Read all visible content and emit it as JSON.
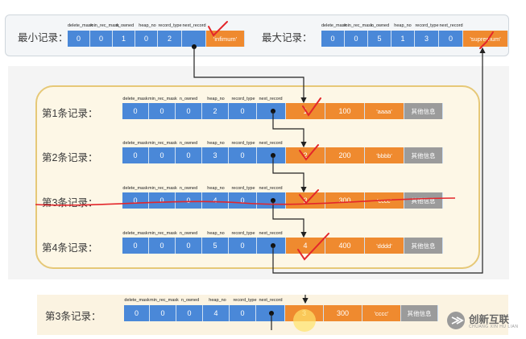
{
  "field_headers": [
    "delete_mask",
    "min_rec_mask",
    "n_owned",
    "heap_no",
    "record_type",
    "next_record"
  ],
  "infimum": {
    "label": "最小记录：",
    "fields": [
      "0",
      "0",
      "1",
      "0",
      "2",
      ""
    ],
    "data": "'infimum'"
  },
  "supremum": {
    "label": "最大记录：",
    "fields": [
      "0",
      "0",
      "5",
      "1",
      "3",
      "0"
    ],
    "data": "'supremum'"
  },
  "records": [
    {
      "label": "第1条记录：",
      "fields": [
        "0",
        "0",
        "0",
        "2",
        "0",
        ""
      ],
      "pk": "1",
      "col2": "100",
      "col3": "'aaaa'",
      "extra": "其他信息"
    },
    {
      "label": "第2条记录：",
      "fields": [
        "0",
        "0",
        "0",
        "3",
        "0",
        ""
      ],
      "pk": "2",
      "col2": "200",
      "col3": "'bbbb'",
      "extra": "其他信息"
    },
    {
      "label": "第3条记录：",
      "fields": [
        "0",
        "0",
        "0",
        "4",
        "0",
        ""
      ],
      "pk": "3",
      "col2": "300",
      "col3": "'cccc'",
      "extra": "其他信息"
    },
    {
      "label": "第4条记录：",
      "fields": [
        "0",
        "0",
        "0",
        "5",
        "0",
        ""
      ],
      "pk": "4",
      "col2": "400",
      "col3": "'dddd'",
      "extra": "其他信息"
    }
  ],
  "detached_record": {
    "label": "第3条记录：",
    "fields": [
      "0",
      "0",
      "0",
      "4",
      "0",
      ""
    ],
    "pk": "3",
    "col2": "300",
    "col3": "'cccc'",
    "extra": "其他信息"
  },
  "watermark": {
    "title": "创新互联",
    "subtitle": "CHUANG XIN HU LIAN"
  },
  "colors": {
    "header_blue": "#4a88d8",
    "data_orange": "#ef8a2f",
    "extra_gray": "#9b9b9b",
    "annotation_red": "#e3262b",
    "records_border": "#e6c877"
  }
}
